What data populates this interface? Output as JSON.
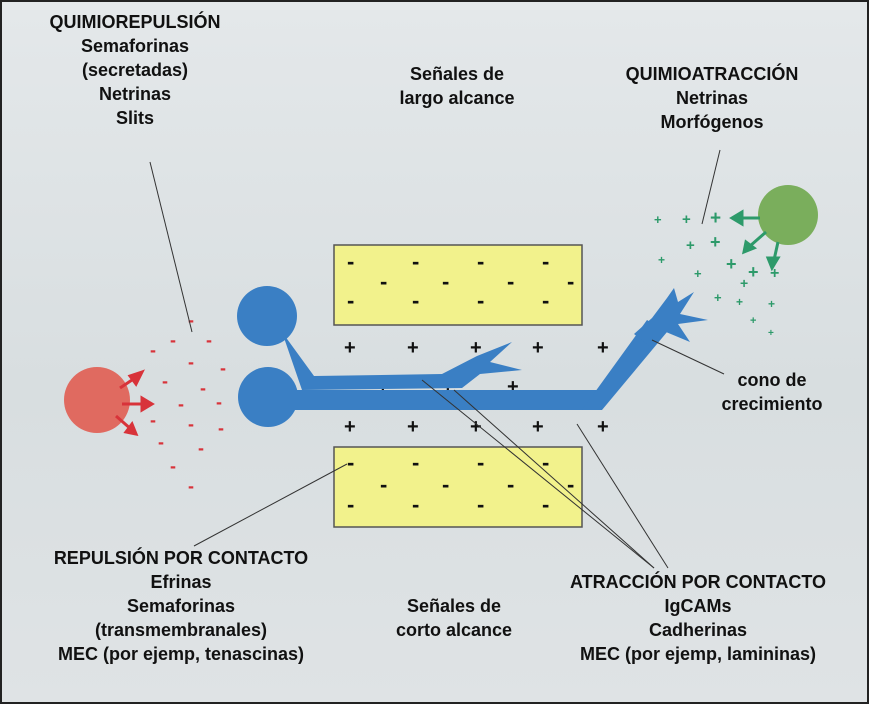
{
  "chemorepulsion": {
    "title": "QUIMIOREPULSIÓN",
    "items": [
      "Semaforinas",
      "(secretadas)",
      "Netrinas",
      "Slits"
    ]
  },
  "long_range": {
    "lines": [
      "Señales de",
      "largo alcance"
    ]
  },
  "chemoattraction": {
    "title": "QUIMIOATRACCIÓN",
    "items": [
      "Netrinas",
      "Morfógenos"
    ]
  },
  "growth_cone": {
    "lines": [
      "cono de",
      "crecimiento"
    ]
  },
  "contact_repulsion": {
    "title": "REPULSIÓN POR CONTACTO",
    "items": [
      "Efrinas",
      "Semaforinas",
      "(transmembranales)",
      "MEC (por ejemp, tenascinas)"
    ]
  },
  "short_range": {
    "lines": [
      "Señales de",
      "corto alcance"
    ]
  },
  "contact_attraction": {
    "title": "ATRACCIÓN POR CONTACTO",
    "items": [
      "IgCAMs",
      "Cadherinas",
      "MEC (por ejemp, lamininas)"
    ]
  },
  "colors": {
    "neuron": "#3a7fc4",
    "repellent_cell": "#e06a60",
    "attractant_cell": "#7aae5c",
    "substrate_box": "#f2f28c",
    "repellent_signal": "#d8333a",
    "attractant_signal": "#2d9a6a"
  }
}
